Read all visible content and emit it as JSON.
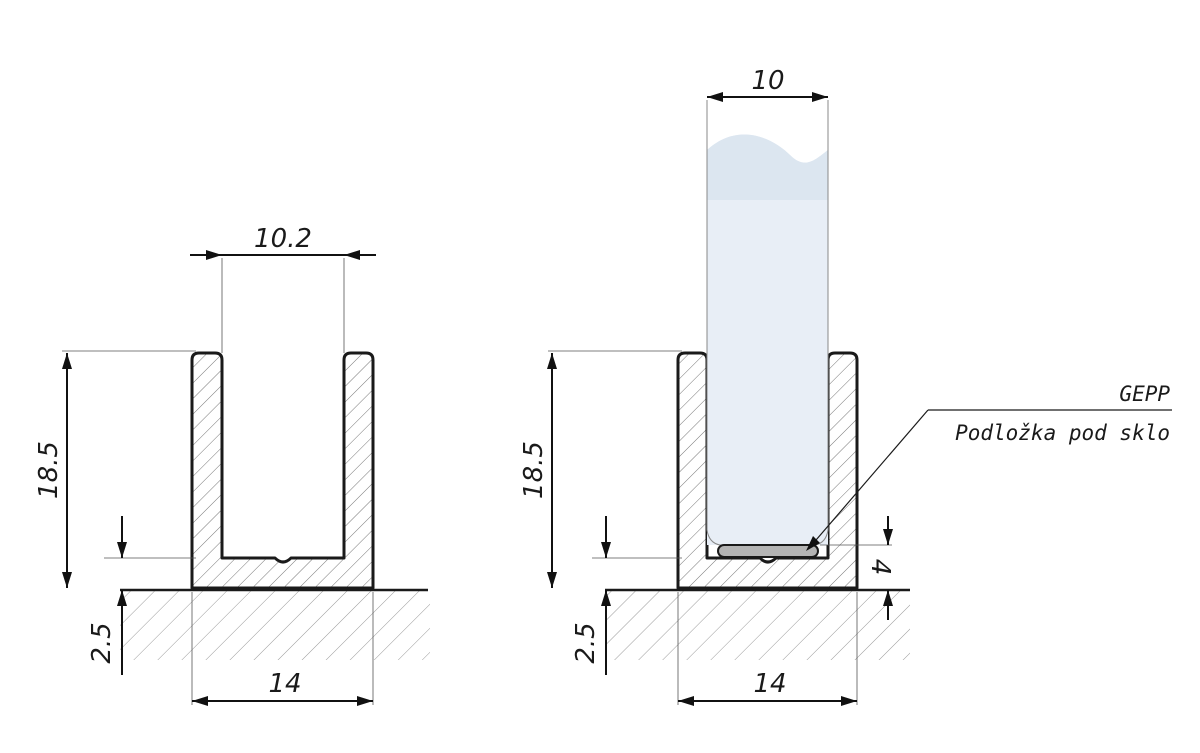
{
  "left_view": {
    "width_inner": "10.2",
    "height": "18.5",
    "depth": "2.5",
    "width_outer": "14"
  },
  "right_view": {
    "glass_thickness": "10",
    "height": "18.5",
    "depth": "2.5",
    "width_outer": "14",
    "setting_block_height": "4"
  },
  "callout": {
    "code": "GEPP",
    "description": "Podložka pod sklo"
  },
  "colors": {
    "glass": "#e8eef6",
    "glass_top": "#dce6f0",
    "setting_block": "#b4b4b4",
    "lines": "#1a1a1a"
  }
}
